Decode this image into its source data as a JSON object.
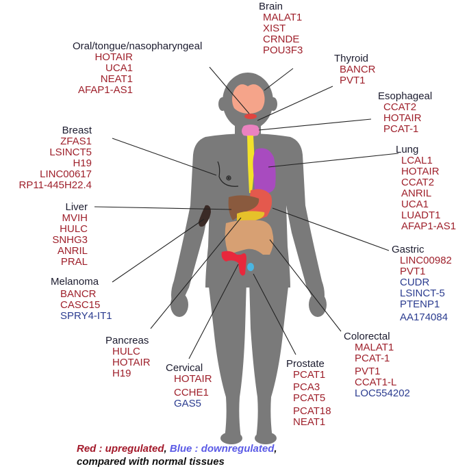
{
  "colors": {
    "upregulated": "#9e1f2a",
    "downregulated": "#2a3b8f",
    "body": "#7a7a7a",
    "brain": "#f5a48a",
    "oral": "#e0443f",
    "thyroid": "#ea82c0",
    "esophagus": "#f2e22a",
    "lung": "#a84bbf",
    "stomach": "#e4594d",
    "liver": "#8a5a3e",
    "pancreas": "#e6c12a",
    "colon": "#d7a073",
    "uterus": "#e8283c",
    "prostate": "#4ab6e2",
    "melanoma": "#3a2a26"
  },
  "groups": {
    "brain": {
      "title": "Brain",
      "genes": [
        {
          "name": "MALAT1",
          "reg": "up"
        },
        {
          "name": "XIST",
          "reg": "up"
        },
        {
          "name": "CRNDE",
          "reg": "up"
        },
        {
          "name": "POU3F3",
          "reg": "up"
        }
      ]
    },
    "oral": {
      "title": "Oral/tongue/nasopharyngeal",
      "genes": [
        {
          "name": "HOTAIR",
          "reg": "up"
        },
        {
          "name": "UCA1",
          "reg": "up"
        },
        {
          "name": "NEAT1",
          "reg": "up"
        },
        {
          "name": "AFAP1-AS1",
          "reg": "up"
        }
      ]
    },
    "thyroid": {
      "title": "Thyroid",
      "genes": [
        {
          "name": "BANCR",
          "reg": "up"
        },
        {
          "name": "PVT1",
          "reg": "up"
        }
      ]
    },
    "esophageal": {
      "title": "Esophageal",
      "genes": [
        {
          "name": "CCAT2",
          "reg": "up"
        },
        {
          "name": "HOTAIR",
          "reg": "up"
        },
        {
          "name": "PCAT-1",
          "reg": "up"
        }
      ]
    },
    "breast": {
      "title": "Breast",
      "genes": [
        {
          "name": "ZFAS1",
          "reg": "up"
        },
        {
          "name": "LSINCT5",
          "reg": "up"
        },
        {
          "name": "H19",
          "reg": "up"
        },
        {
          "name": "LINC00617",
          "reg": "up"
        },
        {
          "name": "RP11-445H22.4",
          "reg": "up"
        }
      ]
    },
    "lung": {
      "title": "Lung",
      "genes": [
        {
          "name": "LCAL1",
          "reg": "up"
        },
        {
          "name": "HOTAIR",
          "reg": "up"
        },
        {
          "name": "CCAT2",
          "reg": "up"
        },
        {
          "name": "ANRIL",
          "reg": "up"
        },
        {
          "name": "UCA1",
          "reg": "up"
        },
        {
          "name": "LUADT1",
          "reg": "up"
        },
        {
          "name": "AFAP1-AS1",
          "reg": "up"
        }
      ]
    },
    "liver": {
      "title": "Liver",
      "genes": [
        {
          "name": "MVIH",
          "reg": "up"
        },
        {
          "name": "HULC",
          "reg": "up"
        },
        {
          "name": "SNHG3",
          "reg": "up"
        },
        {
          "name": "ANRIL",
          "reg": "up"
        },
        {
          "name": "PRAL",
          "reg": "up"
        }
      ]
    },
    "gastric": {
      "title": "Gastric",
      "genes": [
        {
          "name": "LINC00982",
          "reg": "up"
        },
        {
          "name": "PVT1",
          "reg": "up"
        },
        {
          "name": "CUDR",
          "reg": "down"
        },
        {
          "name": "LSINCT-5",
          "reg": "down"
        },
        {
          "name": "PTENP1",
          "reg": "down"
        },
        {
          "name": "AA174084",
          "reg": "down"
        }
      ]
    },
    "melanoma": {
      "title": "Melanoma",
      "genes": [
        {
          "name": "BANCR",
          "reg": "up"
        },
        {
          "name": "CASC15",
          "reg": "up"
        },
        {
          "name": "SPRY4-IT1",
          "reg": "down"
        }
      ]
    },
    "pancreas": {
      "title": "Pancreas",
      "genes": [
        {
          "name": "HULC",
          "reg": "up"
        },
        {
          "name": "HOTAIR",
          "reg": "up"
        },
        {
          "name": "H19",
          "reg": "up"
        }
      ]
    },
    "colorectal": {
      "title": "Colorectal",
      "genes": [
        {
          "name": "MALAT1",
          "reg": "up"
        },
        {
          "name": "PCAT-1",
          "reg": "up"
        },
        {
          "name": "PVT1",
          "reg": "up"
        },
        {
          "name": "CCAT1-L",
          "reg": "up"
        },
        {
          "name": "LOC554202",
          "reg": "down"
        }
      ]
    },
    "cervical": {
      "title": "Cervical",
      "genes": [
        {
          "name": "HOTAIR",
          "reg": "up"
        },
        {
          "name": "CCHE1",
          "reg": "up"
        },
        {
          "name": "GAS5",
          "reg": "down"
        }
      ]
    },
    "prostate": {
      "title": "Prostate",
      "genes": [
        {
          "name": "PCAT1",
          "reg": "up"
        },
        {
          "name": "PCA3",
          "reg": "up"
        },
        {
          "name": "PCAT5",
          "reg": "up"
        },
        {
          "name": "PCAT18",
          "reg": "up"
        },
        {
          "name": "NEAT1",
          "reg": "up"
        }
      ]
    }
  },
  "legend": {
    "red_label": "Red : ",
    "red_text": "upregulated",
    "sep": ", ",
    "blue_label": "Blue : ",
    "blue_text": "downregulated",
    "end": ",",
    "line2": "compared with normal tissues"
  }
}
